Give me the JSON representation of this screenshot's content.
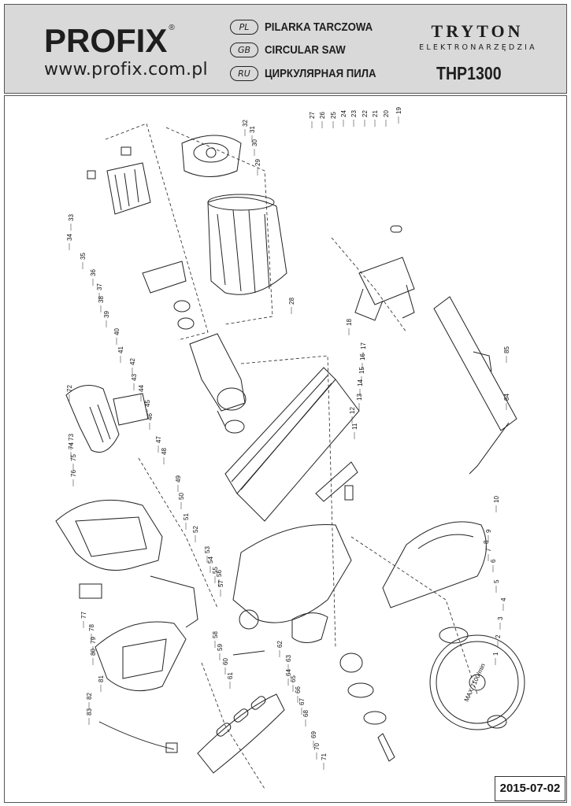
{
  "header": {
    "logo": "PROFIX",
    "logo_reg": "®",
    "website": "www.profix.com.pl",
    "languages": [
      {
        "code": "PL",
        "title": "PILARKA TARCZOWA"
      },
      {
        "code": "GB",
        "title": "CIRCULAR SAW"
      },
      {
        "code": "RU",
        "title": "ЦИРКУЛЯРНАЯ ПИЛА"
      }
    ],
    "brand": "TRYTON",
    "brand_sub": "ELEKTRONARZĘDZIA",
    "model": "THP1300"
  },
  "date": "2015-07-02",
  "blade_text": "MAX 7100/min",
  "parts": [
    "1",
    "2",
    "3",
    "4",
    "5",
    "6",
    "7",
    "8",
    "9",
    "10",
    "11",
    "12",
    "13",
    "14",
    "15",
    "16",
    "17",
    "18",
    "19",
    "20",
    "21",
    "22",
    "23",
    "24",
    "25",
    "26",
    "27",
    "28",
    "29",
    "30",
    "31",
    "32",
    "33",
    "34",
    "35",
    "36",
    "37",
    "38",
    "39",
    "40",
    "41",
    "42",
    "43",
    "44",
    "45",
    "46",
    "47",
    "48",
    "49",
    "50",
    "51",
    "52",
    "53",
    "54",
    "55",
    "56",
    "57",
    "58",
    "59",
    "60",
    "61",
    "62",
    "63",
    "64",
    "65",
    "66",
    "67",
    "68",
    "69",
    "70",
    "71",
    "72",
    "73",
    "74",
    "75",
    "76",
    "77",
    "78",
    "79",
    "80",
    "81",
    "82",
    "83",
    "84",
    "85"
  ],
  "colors": {
    "header_bg": "#d9d9d9",
    "line": "#222222",
    "accent": "#1e1e1e"
  }
}
